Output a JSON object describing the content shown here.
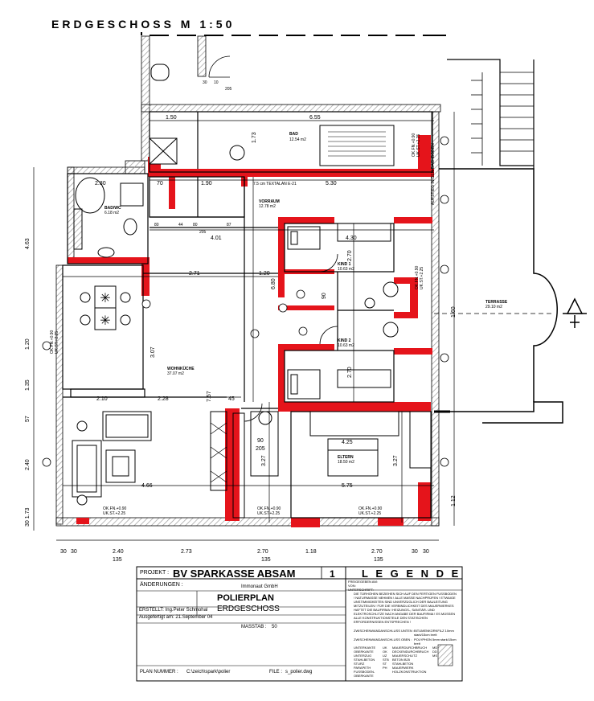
{
  "plan_title": "ERDGESCHOSS   M 1:50",
  "rooms": {
    "bad": {
      "name": "BAD",
      "area": "12.54 m2"
    },
    "bad_wc": {
      "name": "BAD/WC",
      "area": "6.18 m2"
    },
    "vorraum": {
      "name": "VORRAUM",
      "area": "12.78 m2"
    },
    "kind1": {
      "name": "KIND 1",
      "area": "10.63 m2"
    },
    "kind2": {
      "name": "KIND 2",
      "area": "10.63 m2"
    },
    "wohnkueche": {
      "name": "WOHNKÜCHE",
      "area": "37.07 m2"
    },
    "eltern": {
      "name": "ELTERN",
      "area": "18.50 m2"
    },
    "terrasse": {
      "name": "TERRASSE",
      "area": "29.10 m2"
    }
  },
  "dims": {
    "top": [
      "1.50",
      "6.55"
    ],
    "row2": [
      "2.30",
      "70",
      "1.90",
      "7.5 cm TEXTALAN E-21",
      "5.30"
    ],
    "mid": [
      "4.01",
      "2.71",
      "1.20",
      "6.80",
      "4.30"
    ],
    "left": [
      "4.63",
      "1.20",
      "1.35",
      "57",
      "2.40",
      "30 1.73"
    ],
    "wohn": [
      "2.10",
      "2.28",
      "45",
      "90",
      "205"
    ],
    "bottom_inner": [
      "4.66",
      "5.75",
      "4.25"
    ],
    "bottom": [
      "30",
      "30",
      "2.40",
      "2.73",
      "2.70",
      "1.18",
      "2.70",
      "30",
      "30"
    ],
    "bottom2": [
      "135",
      "135",
      "135"
    ],
    "vertical_misc": [
      "3.07",
      "7.57",
      "3.27",
      "3.27",
      "1.60",
      "2.70",
      "2.70",
      "1.73",
      "90",
      "1.12"
    ],
    "small": [
      "44",
      "80",
      "87",
      "80",
      "205",
      "30",
      "10",
      "205"
    ]
  },
  "labels": {
    "parapet": [
      "OK.FN.+0.90",
      "UK.ST.+2.25"
    ],
    "aufst": "AUFSTIEG IN DEN DACHBODEN"
  },
  "title_block": {
    "projekt_label": "PROJEKT :",
    "projekt": "BV SPARKASSE ABSAM",
    "sheet_no": "1",
    "aenderungen": "ÄNDERUNGEN :",
    "firm": "Immonaut GmbH",
    "plan_name_1": "POLIERPLAN",
    "plan_name_2": "ERDGESCHOSS",
    "erstellt": "ERSTELLT: Ing.Peter Schmohal",
    "ausgefertigt": "Ausgefertigt am: 21.September 04",
    "masstab_label": "MASSTAB :",
    "masstab": "50",
    "plan_nummer_label": "PLAN NUMMER :",
    "plan_nummer": "C:\\zeich\\spark\\polier",
    "file_label": "FILE :",
    "file": "s_polier.dwg"
  },
  "legend": {
    "title": "L E G E N D E",
    "rows": [
      "FREIGEGEBEN AM:",
      "VON:",
      "UNTERSCHRIFT:"
    ],
    "notes": "DIE TÜRHÖHEN BEZIEHEN SICH AUF DEN FERTIGEN FUSSBODEN ! NATURMASSE NEHMEN ! ALLE MASSE NACHPRÜFEN ! ETWAIGE UNSTIMMIGKEITEN SIND UNVERZÜGLICH DER BAULEITUNG MITZUTEILEN ! FÜR DIE VERBINDLICHKEIT DES MAUERWERKES HAFTET DIE BAUFIRMA ! HEIZUNGS-, SANITÄR- UND ELEKTROSCHLITZE NACH ANGABE DER BAUFIRMA ! ES MÜSSEN ALLE KONSTRUKTIONSTEILE DEN STATISCHEN ERFORDERNISSEN ENTSPRECHEN !",
    "zw_unten_label": "ZWISCHENWANDANSCHLUSS UNTEN :",
    "zw_unten": "BITUMENKORKFILZ 10mm stark/15cm breit",
    "zw_oben_label": "ZWISCHENWANDANSCHLUSS OBEN :",
    "zw_oben": "POLYPHON 5mm stark/15cm breit",
    "abbrev": [
      [
        "UNTERKANTE",
        "UK",
        "MAUERDURCHBRUCH",
        "MD"
      ],
      [
        "OBERKANTE",
        "OK",
        "DECKENDURCHBRUCH",
        "DD"
      ],
      [
        "UNTERZUG",
        "UZ",
        "MAUERSCHLITZ",
        "MS"
      ],
      [
        "STAHLBETON",
        "STB",
        "BETON B25",
        ""
      ],
      [
        "STURZ",
        "ST",
        "STAHLBETON",
        ""
      ],
      [
        "PARAPETH",
        "PH",
        "MAUERWERK",
        ""
      ],
      [
        "FUSSBODEN-",
        "",
        "HOLZKONSTRUKTION",
        ""
      ],
      [
        "OBERKANTE",
        "",
        "",
        ""
      ]
    ]
  },
  "colors": {
    "wall": "#e5141b",
    "hatch": "#9a9a9a",
    "line": "#000000"
  }
}
